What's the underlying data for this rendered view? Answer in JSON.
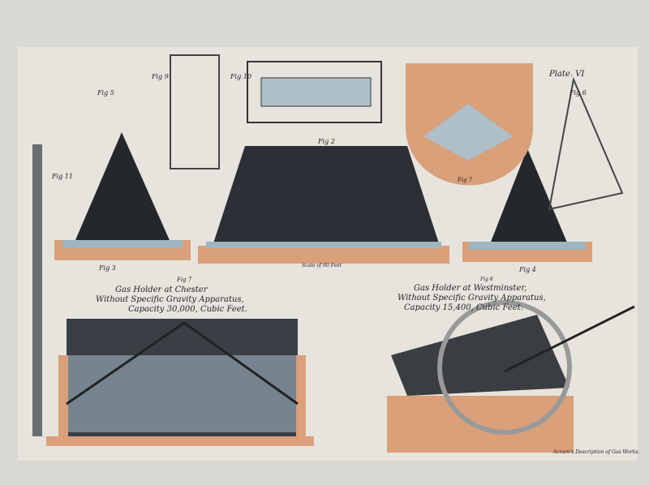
{
  "plate_title": "Plate. VI",
  "figures": {
    "fig2": "Fig 2",
    "fig3": "Fig 3",
    "fig4": "Fig 4",
    "fig5": "Fig 5",
    "fig6": "Fig 6",
    "fig7a": "Fig 7",
    "fig7b": "Fig 7",
    "fig8": "Fig 8",
    "fig9": "Fig 9",
    "fig10": "Fig 10",
    "fig11": "Fig 11"
  },
  "scale_text": "Scale of 80 Feet",
  "chester": {
    "line1": "Gas Holder at Chester",
    "line2": "Without Specific Gravity Apparatus,",
    "line3": "Capacity 30,000, Cubic Feet."
  },
  "westminster": {
    "line1": "Gas Holder at Westminster,",
    "line2": "Without Specific Gravity Apparatus,",
    "line3": "Capacity 15,400, Cubic Feet."
  },
  "credit": "Accum's Description of Gas Works.",
  "colors": {
    "paper": "#e6e4dc",
    "brick": "#d9a07a",
    "metal": "#2c2f35",
    "water": "#9fb5c0"
  }
}
